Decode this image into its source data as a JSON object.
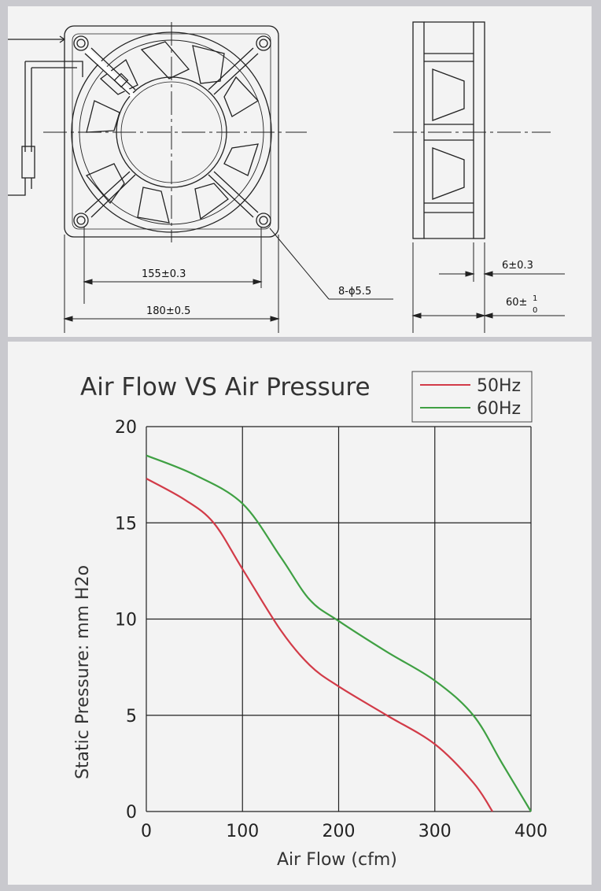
{
  "drawing": {
    "dim_155": "155±0.3",
    "dim_180": "180±0.5",
    "dim_hole": "8-ϕ5.5",
    "dim_6": "6±0.3",
    "dim_60": "60±",
    "dim_60_sup": "1",
    "dim_60_sub": "0"
  },
  "colors": {
    "series_50": "#d23b48",
    "series_60": "#3fa043",
    "grid": "#222222"
  },
  "chart_data": {
    "type": "line",
    "title": "Air Flow VS Air Pressure",
    "xlabel": "Air Flow (cfm)",
    "ylabel": "Static Pressure: mm  H2o",
    "xlim": [
      0,
      400
    ],
    "ylim": [
      0,
      20
    ],
    "xticks": [
      0,
      100,
      200,
      300,
      400
    ],
    "yticks": [
      0,
      5,
      10,
      15,
      20
    ],
    "grid": true,
    "legend_position": "top-right",
    "series": [
      {
        "name": "50Hz",
        "color": "#d23b48",
        "x": [
          0,
          40,
          70,
          100,
          140,
          170,
          200,
          250,
          300,
          340,
          360
        ],
        "y": [
          17.3,
          16.2,
          15.0,
          12.6,
          9.4,
          7.6,
          6.5,
          5.0,
          3.5,
          1.5,
          0
        ]
      },
      {
        "name": "60Hz",
        "color": "#3fa043",
        "x": [
          0,
          50,
          100,
          140,
          170,
          200,
          250,
          300,
          340,
          370,
          400
        ],
        "y": [
          18.5,
          17.5,
          16.0,
          13.2,
          11.0,
          9.9,
          8.3,
          6.8,
          5.0,
          2.5,
          0
        ]
      }
    ]
  }
}
